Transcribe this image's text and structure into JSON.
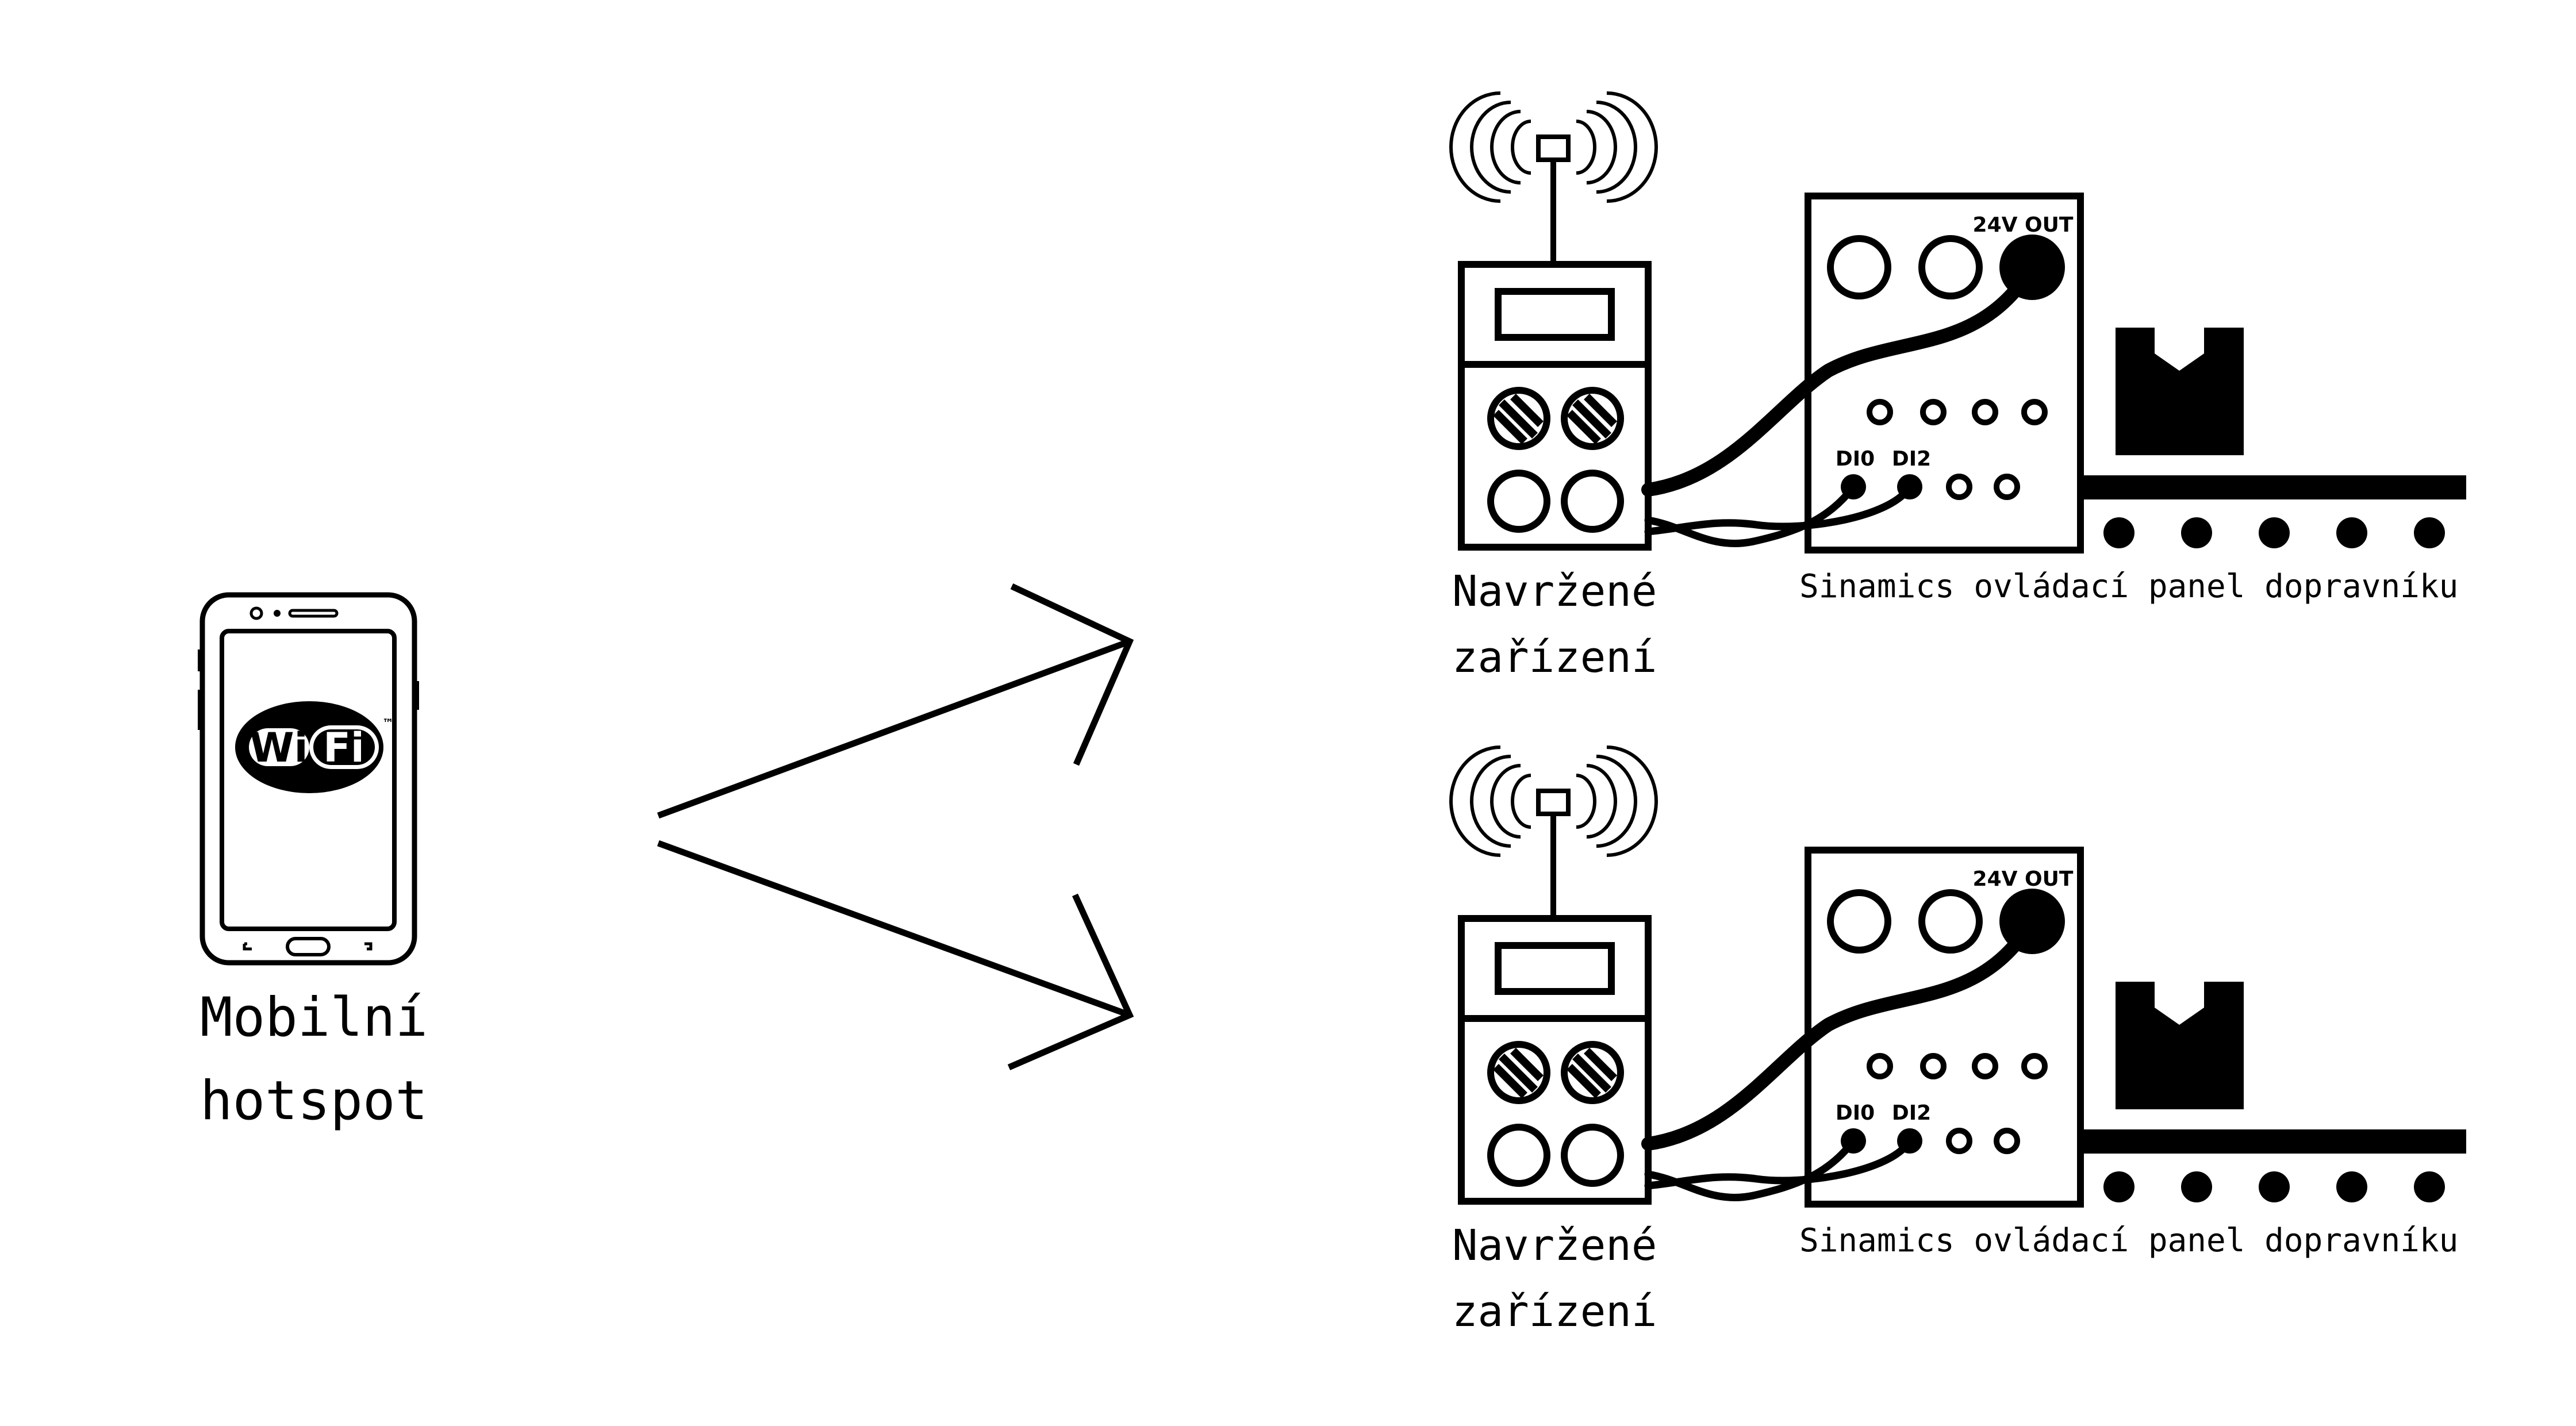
{
  "phone": {
    "icon": "smartphone-icon",
    "screen_logo": {
      "wi": "Wi",
      "fi": "Fi",
      "tm": "™"
    },
    "label_line1": "Mobilní",
    "label_line2": "hotspot"
  },
  "links": {
    "icon": "wireless-signal-arrows"
  },
  "units": [
    {
      "device_label_line1": "Navržené",
      "device_label_line2": "zařízení",
      "panel_label": "Sinamics ovládací panel dopravníku",
      "panel_out_label": "24V OUT",
      "panel_di0_label": "DI0",
      "panel_di2_label": "DI2"
    },
    {
      "device_label_line1": "Navržené",
      "device_label_line2": "zařízení",
      "panel_label": "Sinamics ovládací panel dopravníku",
      "panel_out_label": "24V OUT",
      "panel_di0_label": "DI0",
      "panel_di2_label": "DI2"
    }
  ],
  "colors": {
    "ink": "#000000",
    "paper": "#ffffff"
  }
}
